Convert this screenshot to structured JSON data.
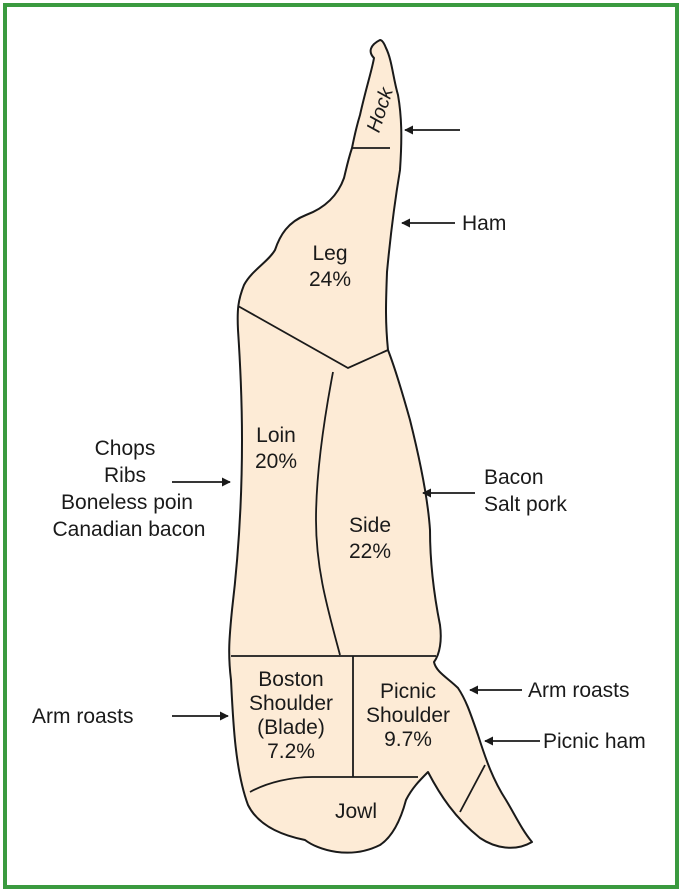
{
  "colors": {
    "border": "#3a9a3f",
    "cut_fill": "#fdebd6",
    "outline": "#1a1a1a"
  },
  "regions": {
    "hock": "Hock",
    "leg": {
      "name": "Leg",
      "pct": "24%"
    },
    "loin": {
      "name": "Loin",
      "pct": "20%"
    },
    "side": {
      "name": "Side",
      "pct": "22%"
    },
    "boston": {
      "line1": "Boston",
      "line2": "Shoulder",
      "line3": "(Blade)",
      "pct": "7.2%"
    },
    "picnic": {
      "line1": "Picnic",
      "line2": "Shoulder",
      "pct": "9.7%"
    },
    "jowl": "Jowl"
  },
  "products": {
    "ham": "Ham",
    "loin": [
      "Chops",
      "Ribs",
      "Boneless poin",
      "Canadian bacon"
    ],
    "side": [
      "Bacon",
      "Salt pork"
    ],
    "boston": "Arm roasts",
    "picnic_arm": "Arm roasts",
    "picnic_ham": "Picnic ham"
  }
}
